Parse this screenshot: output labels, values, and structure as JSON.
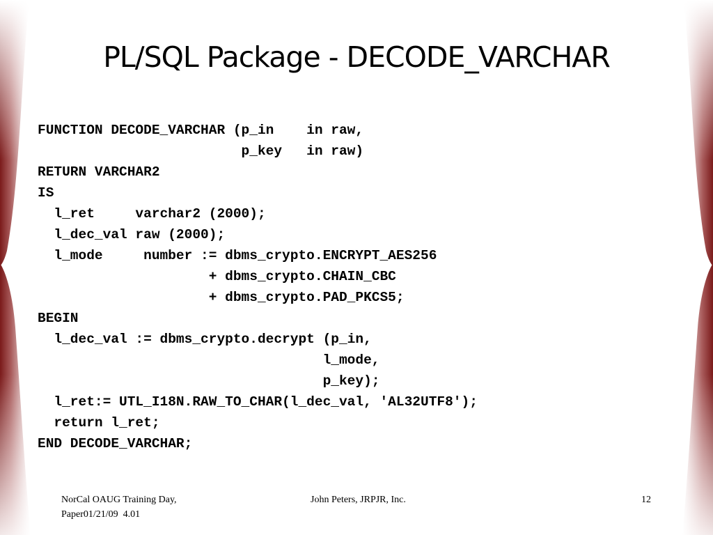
{
  "slide": {
    "title": "PL/SQL Package - DECODE_VARCHAR",
    "code_lines": [
      "FUNCTION DECODE_VARCHAR (p_in    in raw,",
      "                         p_key   in raw)",
      "RETURN VARCHAR2",
      "IS",
      "  l_ret     varchar2 (2000);",
      "  l_dec_val raw (2000);",
      "  l_mode     number := dbms_crypto.ENCRYPT_AES256",
      "                     + dbms_crypto.CHAIN_CBC",
      "                     + dbms_crypto.PAD_PKCS5;",
      "BEGIN",
      "  l_dec_val := dbms_crypto.decrypt (p_in,",
      "                                   l_mode,",
      "                                   p_key);",
      "  l_ret:= UTL_I18N.RAW_TO_CHAR(l_dec_val, 'AL32UTF8');",
      "  return l_ret;",
      "END DECODE_VARCHAR;"
    ],
    "footer": {
      "left_line1": "NorCal OAUG Training Day,",
      "left_line2": "Paper01/21/09  4.01",
      "center": "John Peters, JRPJR, Inc.",
      "page_number": "12"
    }
  },
  "colors": {
    "curtain_dark": "#7a1a1a",
    "curtain_light": "#f5eaea",
    "text": "#000000"
  }
}
